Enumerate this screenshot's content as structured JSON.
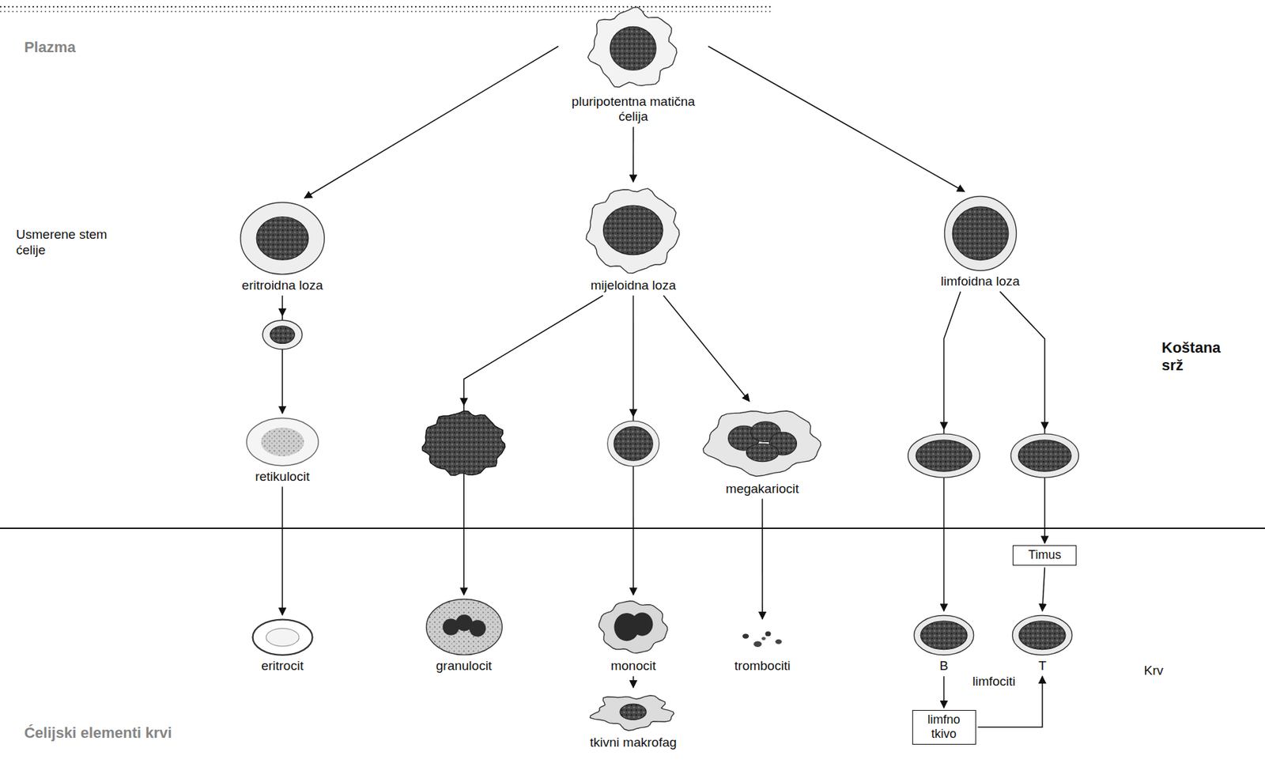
{
  "diagram": {
    "nodes": [
      {
        "text": [
          "pluripotentna matična ćelija"
        ]
      },
      {
        "text": [
          "eritroidna loza"
        ]
      },
      {
        "text": [
          "mijeloidna loza"
        ]
      },
      {
        "text": [
          "limfoidna loza"
        ]
      },
      {
        "text": [
          "retikulocit"
        ]
      },
      {
        "text": [
          "megakariocit"
        ]
      },
      {
        "text": [
          "eritrocit"
        ]
      },
      {
        "text": [
          "granulocit"
        ]
      },
      {
        "text": [
          "monocit"
        ]
      },
      {
        "text": [
          "trombociti"
        ]
      },
      {
        "text": [
          "B"
        ]
      },
      {
        "text": [
          "T"
        ]
      },
      {
        "text": [
          "Timus"
        ]
      },
      {
        "text": [
          "limfno tkivo"
        ]
      },
      {
        "text": [
          "tkivni makrofag"
        ]
      }
    ],
    "edges": [
      {
        "from": 0,
        "to": 1,
        "arrow": "to"
      },
      {
        "from": 0,
        "to": 2,
        "arrow": "to"
      },
      {
        "from": 0,
        "to": 3,
        "arrow": "to"
      },
      {
        "from": 1,
        "to": 4,
        "arrow": "to"
      },
      {
        "from": 4,
        "to": 6,
        "arrow": "to"
      },
      {
        "from": 2,
        "to": 7,
        "arrow": "to"
      },
      {
        "from": 2,
        "to": 8,
        "arrow": "to"
      },
      {
        "from": 2,
        "to": 5,
        "arrow": "to"
      },
      {
        "from": 5,
        "to": 9,
        "arrow": "to"
      },
      {
        "from": 8,
        "to": 14,
        "arrow": "to"
      },
      {
        "from": 3,
        "to": 10,
        "arrow": "to"
      },
      {
        "from": 3,
        "to": 12,
        "arrow": "to"
      },
      {
        "from": 12,
        "to": 11,
        "arrow": "to"
      },
      {
        "from": 10,
        "to": 13,
        "arrow": "to"
      },
      {
        "from": 13,
        "to": 11,
        "arrow": "to"
      }
    ],
    "labels": [
      "Usmerene stem ćelije",
      "Koštana srž",
      "Krv",
      "limfociti",
      "Plazma",
      "Ćelijski elementi krvi"
    ]
  }
}
